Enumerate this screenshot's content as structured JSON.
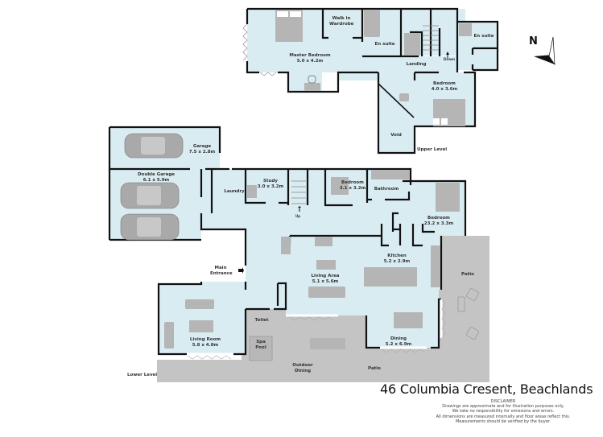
{
  "colors": {
    "room_fill": "#d9ecf2",
    "outdoor_fill": "#c4c4c4",
    "wall": "#111111",
    "furniture": "#b5b5b5"
  },
  "compass": {
    "label": "N",
    "icon": "north-arrow-icon"
  },
  "upper_level": {
    "label": "Upper Level",
    "rooms": [
      {
        "name": "Master Bedroom",
        "dims": "5.0 x 4.2m"
      },
      {
        "name": "Walk in Wardrobe",
        "dims": ""
      },
      {
        "name": "En suite",
        "dims": ""
      },
      {
        "name": "Landing",
        "dims": ""
      },
      {
        "name": "Down",
        "dims": ""
      },
      {
        "name": "En suite",
        "dims": ""
      },
      {
        "name": "Bedroom",
        "dims": "4.0 x 3.6m"
      },
      {
        "name": "Void",
        "dims": ""
      }
    ]
  },
  "lower_level": {
    "label": "Lower Level",
    "rooms": [
      {
        "name": "Garage",
        "dims": "7.5 x 2.8m"
      },
      {
        "name": "Double Garage",
        "dims": "6.1 x 5.9m"
      },
      {
        "name": "Laundry",
        "dims": ""
      },
      {
        "name": "Study",
        "dims": "3.0 x 3.2m"
      },
      {
        "name": "Up",
        "dims": ""
      },
      {
        "name": "Bedroom",
        "dims": "3.1 x 3.2m"
      },
      {
        "name": "Bathroom",
        "dims": ""
      },
      {
        "name": "Bedroom",
        "dims": "23.2 x 3.3m"
      },
      {
        "name": "Main Entrance",
        "dims": ""
      },
      {
        "name": "Kitchen",
        "dims": "5.2 x 2.9m"
      },
      {
        "name": "Living Area",
        "dims": "5.1 x 5.6m"
      },
      {
        "name": "Toilet",
        "dims": ""
      },
      {
        "name": "Living Room",
        "dims": "5.8 x 4.8m"
      },
      {
        "name": "Spa Pool",
        "dims": ""
      },
      {
        "name": "Outdoor Dining",
        "dims": ""
      },
      {
        "name": "Dining",
        "dims": "5.2 x 6.9m"
      },
      {
        "name": "Patio",
        "dims": ""
      },
      {
        "name": "Patio",
        "dims": ""
      }
    ]
  },
  "address": "46 Columbia Cresent, Beachlands",
  "disclaimer": {
    "heading": "DISCLAIMER",
    "lines": [
      "Drawings are approximate and for illustration purposes only.",
      "We take no responsibility for omissions and errors.",
      "All dimensions are measured internally and floor areas reflect this.",
      "Measurements should be verified by the buyer."
    ]
  }
}
